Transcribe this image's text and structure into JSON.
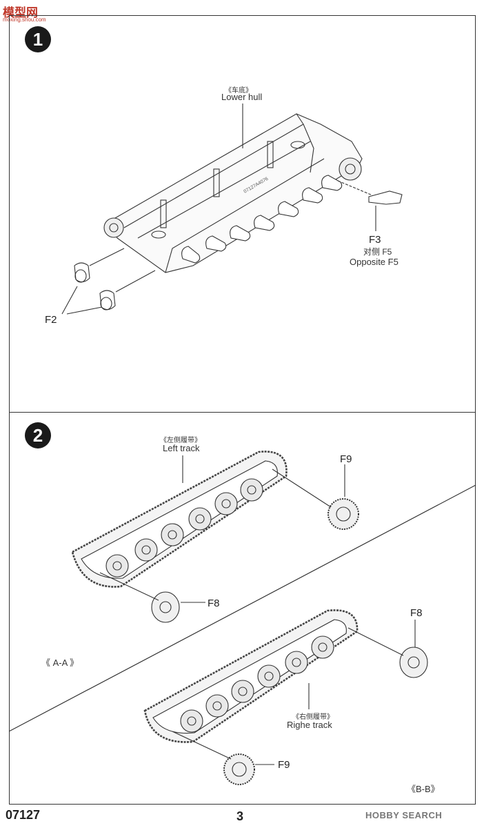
{
  "watermark_top": {
    "title": "模型网",
    "subtitle": "moxing.shou.com"
  },
  "steps": [
    {
      "number": "1"
    },
    {
      "number": "2"
    }
  ],
  "step1": {
    "lower_hull_cn": "《车底》",
    "lower_hull_en": "Lower hull",
    "hull_code": "07127A4076",
    "f3": "F3",
    "f5_cn": "对侧 F5",
    "f5_en": "Opposite F5",
    "f2": "F2"
  },
  "step2": {
    "left_track_cn": "《左侧履带》",
    "left_track_en": "Left track",
    "right_track_cn": "《右侧履带》",
    "right_track_en": "Righe track",
    "f9_top": "F9",
    "f8_left": "F8",
    "f8_right": "F8",
    "f9_bottom": "F9",
    "section_aa": "《 A-A 》",
    "section_bb": "《B-B》"
  },
  "footer": {
    "code": "07127",
    "page": "3",
    "watermark": "HOBBY SEARCH"
  }
}
